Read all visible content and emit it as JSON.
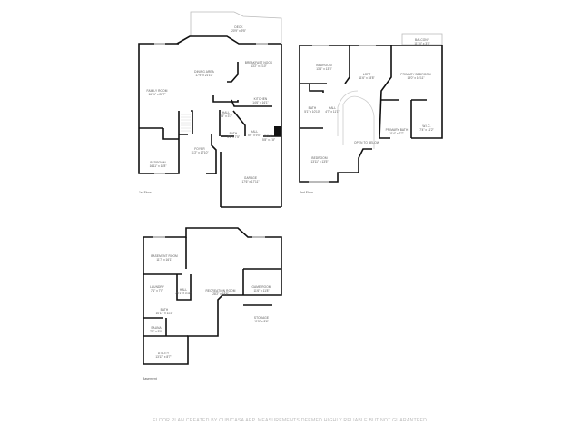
{
  "floors": [
    {
      "name": "1st Floor",
      "rooms": [
        {
          "name": "DECK",
          "dims": "20'9\" x 9'5\""
        },
        {
          "name": "DINING AREA",
          "dims": "17'9\" x 21'10\""
        },
        {
          "name": "BREAKFAST NOOK",
          "dims": "13'2\" x 8'10\""
        },
        {
          "name": "FAMILY ROOM",
          "dims": "16'11\" x 22'7\""
        },
        {
          "name": "KITCHEN",
          "dims": "14'6\" x 16'1\""
        },
        {
          "name": "HALL",
          "dims": "8'8\" x 3'1\""
        },
        {
          "name": "BATH",
          "dims": "4'1\" x 7'5\""
        },
        {
          "name": "HALL",
          "dims": "5'6\" x 9'0\""
        },
        {
          "name": "W.I.C.",
          "dims": "5'8\" x 4'8\""
        },
        {
          "name": "FOYER",
          "dims": "11'2\" x 17'10\""
        },
        {
          "name": "BEDROOM",
          "dims": "16'11\" x 11'8\""
        },
        {
          "name": "GARAGE",
          "dims": "17'6\" x 17'11\""
        }
      ]
    },
    {
      "name": "2nd Floor",
      "rooms": [
        {
          "name": "BALCONY",
          "dims": "11'10\" x 3'8\""
        },
        {
          "name": "BEDROOM",
          "dims": "13'6\" x 13'6\""
        },
        {
          "name": "LOFT",
          "dims": "11'6\" x 18'8\""
        },
        {
          "name": "PRIMARY BEDROOM",
          "dims": "18'0\" x 16'11\""
        },
        {
          "name": "BATH",
          "dims": "5'1\" x 10'10\""
        },
        {
          "name": "HALL",
          "dims": "4'7\" x 11'1\""
        },
        {
          "name": "PRIMARY BATH",
          "dims": "11'4\" x 7'7\""
        },
        {
          "name": "W.I.C.",
          "dims": "7'4\" x 11'2\""
        },
        {
          "name": "OPEN TO BELOW",
          "dims": ""
        },
        {
          "name": "BEDROOM",
          "dims": "13'11\" x 13'5\""
        }
      ]
    },
    {
      "name": "Basement",
      "rooms": [
        {
          "name": "BASEMENT ROOM",
          "dims": "11'7\" x 16'1\""
        },
        {
          "name": "LAUNDRY",
          "dims": "7'1\" x 7'0\""
        },
        {
          "name": "HALL",
          "dims": "20'1\" x 3'11\""
        },
        {
          "name": "RECREATION ROOM",
          "dims": "28'2\" x 18'6\""
        },
        {
          "name": "GAME ROOM",
          "dims": "11'6\" x 11'8\""
        },
        {
          "name": "BATH",
          "dims": "10'11\" x 11'2\""
        },
        {
          "name": "SAUNA",
          "dims": "7'8\" x 5'0\""
        },
        {
          "name": "STORAGE",
          "dims": "11'5\" x 8'6\""
        },
        {
          "name": "UTILITY",
          "dims": "13'11\" x 8'7\""
        }
      ]
    }
  ],
  "footer": "FLOOR PLAN CREATED BY CUBICASA APP. MEASUREMENTS DEEMED HIGHLY RELIABLE BUT NOT GUARANTEED."
}
